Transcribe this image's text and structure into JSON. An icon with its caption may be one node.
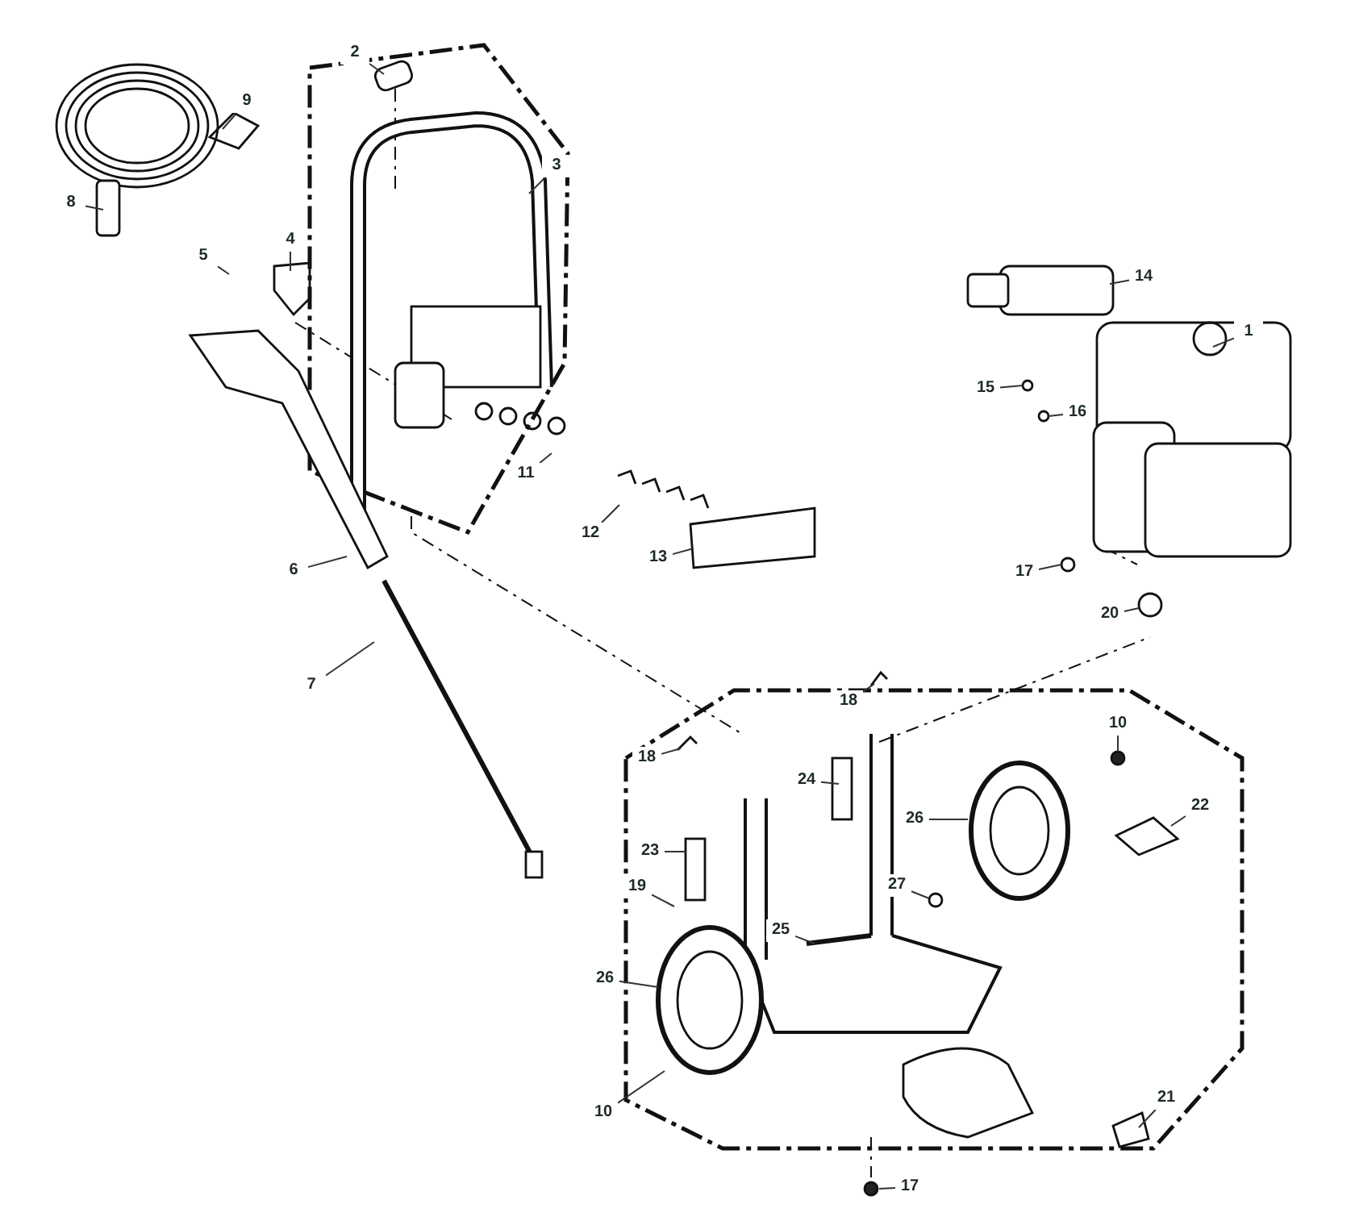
{
  "diagram": {
    "nodes": [
      {
        "text": [
          "9"
        ]
      },
      {
        "text": [
          "2"
        ]
      },
      {
        "text": [
          "3"
        ]
      },
      {
        "text": [
          "8"
        ]
      },
      {
        "text": [
          "5"
        ]
      },
      {
        "text": [
          "4"
        ]
      },
      {
        "text": [
          "14"
        ]
      },
      {
        "text": [
          "1"
        ]
      },
      {
        "text": [
          "15"
        ]
      },
      {
        "text": [
          "16"
        ]
      },
      {
        "text": [
          "11"
        ]
      },
      {
        "text": [
          "12"
        ]
      },
      {
        "text": [
          "13"
        ]
      },
      {
        "text": [
          "6"
        ]
      },
      {
        "text": [
          "17"
        ]
      },
      {
        "text": [
          "20"
        ]
      },
      {
        "text": [
          "7"
        ]
      },
      {
        "text": [
          "18"
        ]
      },
      {
        "text": [
          "10"
        ]
      },
      {
        "text": [
          "18"
        ]
      },
      {
        "text": [
          "24"
        ]
      },
      {
        "text": [
          "22"
        ]
      },
      {
        "text": [
          "26"
        ]
      },
      {
        "text": [
          "23"
        ]
      },
      {
        "text": [
          "19"
        ]
      },
      {
        "text": [
          "27"
        ]
      },
      {
        "text": [
          "25"
        ]
      },
      {
        "text": [
          "26"
        ]
      },
      {
        "text": [
          "10"
        ]
      },
      {
        "text": [
          "21"
        ]
      },
      {
        "text": [
          "17"
        ]
      }
    ],
    "edges": [
      {
        "from": 0,
        "to": null,
        "arrow": "none"
      },
      {
        "from": 1,
        "to": null,
        "arrow": "none"
      },
      {
        "from": 2,
        "to": null,
        "arrow": "none"
      },
      {
        "from": 3,
        "to": null,
        "arrow": "none"
      },
      {
        "from": 4,
        "to": null,
        "arrow": "none"
      },
      {
        "from": 5,
        "to": null,
        "arrow": "none"
      },
      {
        "from": 6,
        "to": null,
        "arrow": "none"
      },
      {
        "from": 7,
        "to": null,
        "arrow": "none"
      },
      {
        "from": 8,
        "to": null,
        "arrow": "none"
      },
      {
        "from": 9,
        "to": null,
        "arrow": "none"
      },
      {
        "from": 10,
        "to": null,
        "arrow": "none"
      },
      {
        "from": 11,
        "to": null,
        "arrow": "none"
      },
      {
        "from": 12,
        "to": null,
        "arrow": "none"
      },
      {
        "from": 13,
        "to": null,
        "arrow": "none"
      },
      {
        "from": 14,
        "to": null,
        "arrow": "none"
      },
      {
        "from": 15,
        "to": null,
        "arrow": "none"
      },
      {
        "from": 16,
        "to": null,
        "arrow": "none"
      },
      {
        "from": 17,
        "to": null,
        "arrow": "none"
      },
      {
        "from": 18,
        "to": null,
        "arrow": "none"
      },
      {
        "from": 19,
        "to": null,
        "arrow": "none"
      },
      {
        "from": 20,
        "to": null,
        "arrow": "none"
      },
      {
        "from": 21,
        "to": null,
        "arrow": "none"
      },
      {
        "from": 22,
        "to": null,
        "arrow": "none"
      },
      {
        "from": 23,
        "to": null,
        "arrow": "none"
      },
      {
        "from": 24,
        "to": null,
        "arrow": "none"
      },
      {
        "from": 25,
        "to": null,
        "arrow": "none"
      },
      {
        "from": 26,
        "to": null,
        "arrow": "none"
      },
      {
        "from": 27,
        "to": null,
        "arrow": "none"
      },
      {
        "from": 28,
        "to": null,
        "arrow": "none"
      },
      {
        "from": 29,
        "to": null,
        "arrow": "none"
      },
      {
        "from": 30,
        "to": null,
        "arrow": "none"
      }
    ]
  }
}
